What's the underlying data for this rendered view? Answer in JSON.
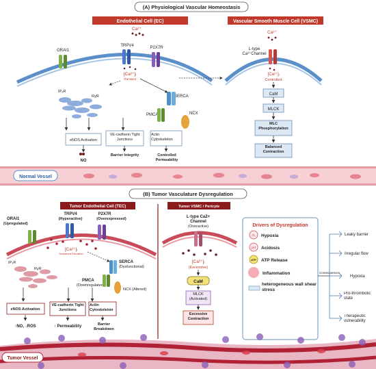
{
  "panel_a": {
    "title": "(A) Physiological Vascular Homeostasis",
    "ec_header": "Endothelial Cell (EC)",
    "vsmc_header": "Vascular Smooth Muscle Cell (VSMC)",
    "ca_ext": "Ca²⁺",
    "channels": [
      "ORAI1",
      "TRPV4",
      "P2X7R"
    ],
    "ca_int": "[Ca²⁺]ᵢ",
    "ca_int_note": "Transient",
    "ip3r": "IP₃R",
    "ryr": "RyR",
    "serca": "SERCA",
    "pmca": "PMCA",
    "ncx": "NCX",
    "outputs": [
      "eNOS Activation",
      "VE-cadherin Tight Junctions",
      "Actin Cytoskeleton"
    ],
    "results": [
      "NO",
      "Barrier Integrity",
      "Controlled Permeability"
    ],
    "vsmc_ca": "Ca²⁺",
    "vsmc_channel_1": "L-type",
    "vsmc_channel_2": "Ca²⁺Channel",
    "vsmc_ca_int": "[Ca²⁺]ᵢ",
    "vsmc_ca_note": "Controlled",
    "vsmc_steps": [
      "CaM",
      "MLCK",
      "MLC Phosphorylation",
      "Balanced Contraction"
    ],
    "vessel_label": "Normal Vessel"
  },
  "panel_b": {
    "title": "(B) Tumor Vasculature Dysregulation",
    "tec_header": "Tumor Endothelial Cell (TEC)",
    "vsmc_header": "Tumor VSMC / Pericyte",
    "orai1": "ORAI1",
    "orai1_note": "(Upregulated)",
    "trpv4": "TRPV4",
    "trpv4_note": "(Hyperactive)",
    "p2x7r": "P2X7R",
    "p2x7r_note": "(Overexpressed)",
    "ca_int": "[Ca²⁺]ᵢ",
    "ca_int_note": "Sustained Elevation",
    "ip3r": "IP₃R",
    "ryr": "RyR",
    "serca": "SERCA",
    "serca_note": "(Dysfunctional)",
    "pmca": "PMCA",
    "pmca_note": "(Downregulated)",
    "ncx": "NCX (Altered)",
    "outputs": [
      "eNOS Activation",
      "VE-cadherin Tight Junctions",
      "Actin Cytoskeleton"
    ],
    "results": [
      "↑NO, ↓ROS",
      "↑ Permeability",
      "Barrier Breakdown"
    ],
    "vsmc_channel_1": "L-type Ca2+",
    "vsmc_channel_2": "Channel",
    "vsmc_channel_3": "(Overactive)",
    "vsmc_ca_int": "[Ca²⁺]ᵢ",
    "vsmc_ca_note": "(Excessive)",
    "vsmc_steps": [
      "CaM",
      "MLCK (Activated)",
      "Excessive Contraction"
    ],
    "drivers_title": "Drivers of Dysregulation",
    "drivers": [
      "Hypoxia",
      "Acidosis",
      "ATP Release",
      "Inflammation",
      "heterogeneous wall shear stress"
    ],
    "driver_icon_text": [
      "O₂",
      "pH",
      "ATP"
    ],
    "consequences_label": "Consequences",
    "consequences": [
      "Leaky barrier",
      "Irregular flow",
      "Hypoxia",
      "Pro-thrombotic state",
      "Therapeutic vulnerability"
    ],
    "vessel_label": "Tumor Vessel"
  },
  "colors": {
    "header_red": "#c0392b",
    "header_dark_red": "#8b1a1a",
    "membrane": "#5b8fc9",
    "channel_green": "#7fb04a",
    "channel_blue": "#4a79c9",
    "channel_purple": "#8a5fb8",
    "channel_red": "#d9534f",
    "ca_red": "#c0392b",
    "er_blue": "#7b9fd6",
    "box_border": "#6b8fb8",
    "drivers_border": "#6b8fb8"
  }
}
